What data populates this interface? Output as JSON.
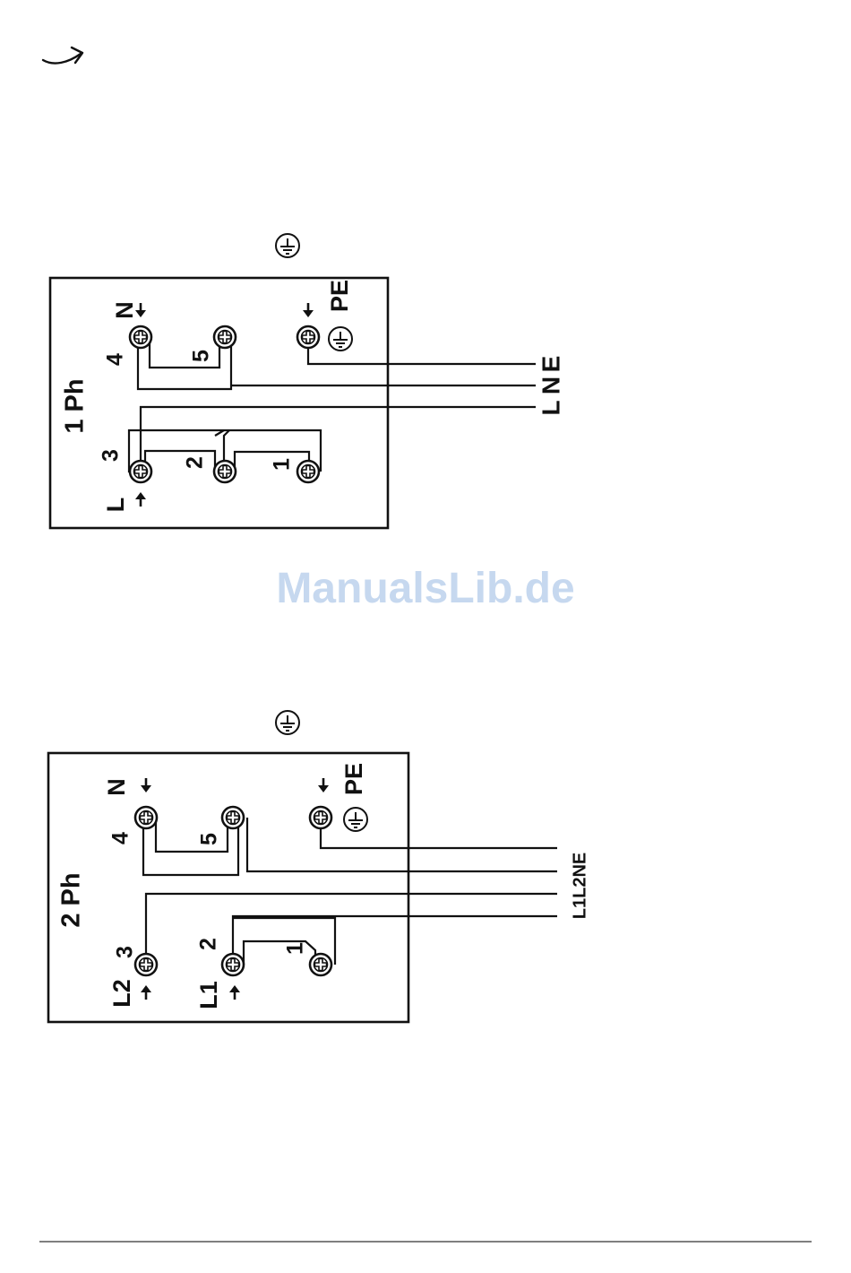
{
  "colors": {
    "ink": "#111111",
    "watermark": "#c6d8ef"
  },
  "icons": [
    "curved-arrow-icon",
    "earth-ground-icon",
    "screw-terminal-icon",
    "arrow-down-icon",
    "arrow-up-icon"
  ],
  "watermark": "ManualsLib.de",
  "diagram_1ph": {
    "phase_label": "1 Ph",
    "top": {
      "n": "N",
      "pe": "PE",
      "t4": "4",
      "t5": "5"
    },
    "bottom": {
      "l": "L",
      "t3": "3",
      "t2": "2",
      "t1": "1"
    },
    "wire_labels": [
      "L",
      "N",
      "E"
    ]
  },
  "diagram_2ph": {
    "phase_label": "2 Ph",
    "top": {
      "n": "N",
      "pe": "PE",
      "t4": "4",
      "t5": "5"
    },
    "bottom": {
      "l2": "L2",
      "l1": "L1",
      "t3": "3",
      "t2": "2",
      "t1": "1"
    },
    "wire_labels": "L1L2NE"
  }
}
